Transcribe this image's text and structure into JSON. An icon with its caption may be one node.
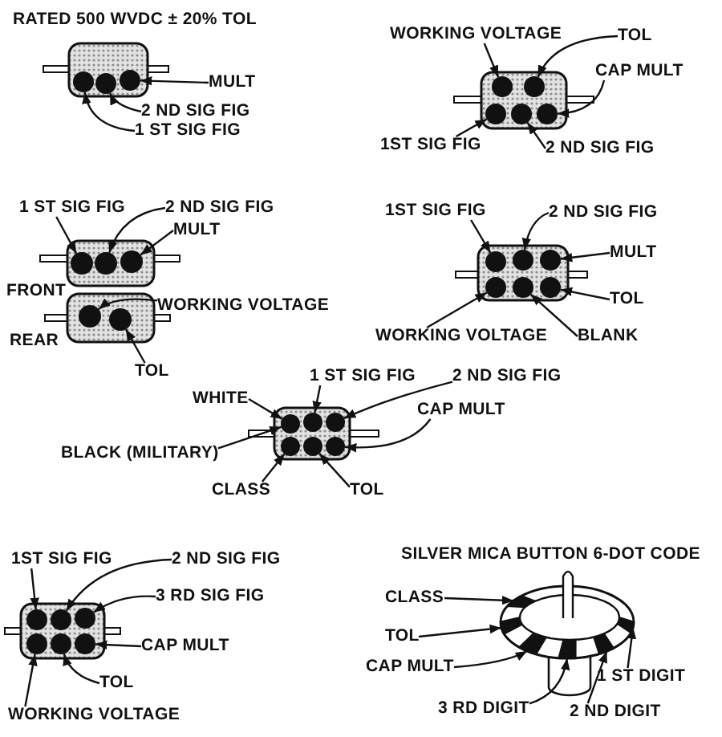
{
  "diagram": {
    "nodes": [
      {
        "text": [],
        "shape": "circle"
      },
      {
        "text": [],
        "shape": "circle"
      },
      {
        "text": [],
        "shape": "circle"
      },
      {
        "text": [
          "MULT"
        ]
      },
      {
        "text": [
          "2 ND SIG FIG"
        ]
      },
      {
        "text": [
          "1 ST SIG FIG"
        ]
      },
      {
        "text": [
          "WORKING VOLTAGE"
        ]
      },
      {
        "text": [
          "TOL"
        ]
      },
      {
        "text": [
          "CAP MULT"
        ]
      },
      {
        "text": [],
        "shape": "circle"
      },
      {
        "text": [],
        "shape": "circle"
      },
      {
        "text": [],
        "shape": "circle"
      },
      {
        "text": [],
        "shape": "circle"
      },
      {
        "text": [],
        "shape": "circle"
      },
      {
        "text": [
          "1ST SIG FIG"
        ]
      },
      {
        "text": [
          "2 ND SIG FIG"
        ]
      },
      {
        "text": [
          "1 ST SIG FIG"
        ]
      },
      {
        "text": [
          "2 ND SIG FIG"
        ]
      },
      {
        "text": [
          "MULT"
        ]
      },
      {
        "text": [],
        "shape": "circle"
      },
      {
        "text": [],
        "shape": "circle"
      },
      {
        "text": [],
        "shape": "circle"
      },
      {
        "text": [
          "WORKING VOLTAGE"
        ]
      },
      {
        "text": [],
        "shape": "circle"
      },
      {
        "text": [],
        "shape": "circle"
      },
      {
        "text": [
          "TOL"
        ]
      },
      {
        "text": [
          "1ST SIG FIG"
        ]
      },
      {
        "text": [
          "2 ND SIG FIG"
        ]
      },
      {
        "text": [
          "MULT"
        ]
      },
      {
        "text": [],
        "shape": "circle"
      },
      {
        "text": [],
        "shape": "circle"
      },
      {
        "text": [],
        "shape": "circle"
      },
      {
        "text": [],
        "shape": "circle"
      },
      {
        "text": [],
        "shape": "circle"
      },
      {
        "text": [],
        "shape": "circle"
      },
      {
        "text": [
          "TOL"
        ]
      },
      {
        "text": [
          "WORKING VOLTAGE"
        ]
      },
      {
        "text": [
          "BLANK"
        ]
      },
      {
        "text": [
          "1 ST SIG FIG"
        ]
      },
      {
        "text": [
          "2 ND SIG FIG"
        ]
      },
      {
        "text": [
          "WHITE"
        ]
      },
      {
        "text": [
          "CAP MULT"
        ]
      },
      {
        "text": [],
        "shape": "circle"
      },
      {
        "text": [],
        "shape": "circle"
      },
      {
        "text": [],
        "shape": "circle"
      },
      {
        "text": [],
        "shape": "circle"
      },
      {
        "text": [],
        "shape": "circle"
      },
      {
        "text": [],
        "shape": "circle"
      },
      {
        "text": [
          "BLACK (MILITARY)"
        ]
      },
      {
        "text": [
          "CLASS"
        ]
      },
      {
        "text": [
          "TOL"
        ]
      },
      {
        "text": [
          "1ST SIG FIG"
        ]
      },
      {
        "text": [
          "2 ND SIG FIG"
        ]
      },
      {
        "text": [
          "3 RD SIG FIG"
        ]
      },
      {
        "text": [],
        "shape": "circle"
      },
      {
        "text": [],
        "shape": "circle"
      },
      {
        "text": [],
        "shape": "circle"
      },
      {
        "text": [],
        "shape": "circle"
      },
      {
        "text": [],
        "shape": "circle"
      },
      {
        "text": [],
        "shape": "circle"
      },
      {
        "text": [
          "CAP MULT"
        ]
      },
      {
        "text": [
          "TOL"
        ]
      },
      {
        "text": [
          "WORKING VOLTAGE"
        ]
      },
      {
        "text": [
          "CLASS"
        ]
      },
      {
        "text": [
          "TOL"
        ]
      },
      {
        "text": [
          "CAP MULT"
        ]
      },
      {
        "text": [],
        "shape": "bar"
      },
      {
        "text": [],
        "shape": "bar"
      },
      {
        "text": [],
        "shape": "bar"
      },
      {
        "text": [],
        "shape": "bar"
      },
      {
        "text": [],
        "shape": "bar"
      },
      {
        "text": [],
        "shape": "bar"
      },
      {
        "text": [
          "3 RD DIGIT"
        ]
      },
      {
        "text": [
          "2 ND DIGIT"
        ]
      },
      {
        "text": [
          "1 ST DIGIT"
        ]
      }
    ],
    "edges": [
      {
        "from": 3,
        "to": 2,
        "arrow": "to"
      },
      {
        "from": 4,
        "to": 1,
        "arrow": "to"
      },
      {
        "from": 5,
        "to": 0,
        "arrow": "to"
      },
      {
        "from": 6,
        "to": 9,
        "arrow": "to"
      },
      {
        "from": 7,
        "to": 10,
        "arrow": "to"
      },
      {
        "from": 8,
        "to": 13,
        "arrow": "to"
      },
      {
        "from": 14,
        "to": 11,
        "arrow": "to"
      },
      {
        "from": 15,
        "to": 12,
        "arrow": "to"
      },
      {
        "from": 16,
        "to": 19,
        "arrow": "to"
      },
      {
        "from": 17,
        "to": 20,
        "arrow": "to"
      },
      {
        "from": 18,
        "to": 21,
        "arrow": "to"
      },
      {
        "from": 22,
        "to": 23,
        "arrow": "to"
      },
      {
        "from": 25,
        "to": 24,
        "arrow": "to"
      },
      {
        "from": 26,
        "to": 29,
        "arrow": "to"
      },
      {
        "from": 27,
        "to": 30,
        "arrow": "to"
      },
      {
        "from": 28,
        "to": 31,
        "arrow": "to"
      },
      {
        "from": 35,
        "to": 34,
        "arrow": "to"
      },
      {
        "from": 36,
        "to": 32,
        "arrow": "to"
      },
      {
        "from": 37,
        "to": 33,
        "arrow": "to"
      },
      {
        "from": 38,
        "to": 43,
        "arrow": "to"
      },
      {
        "from": 39,
        "to": 44,
        "arrow": "to"
      },
      {
        "from": 40,
        "to": 42,
        "arrow": "to"
      },
      {
        "from": 41,
        "to": 47,
        "arrow": "to"
      },
      {
        "from": 48,
        "to": 42,
        "arrow": "to"
      },
      {
        "from": 49,
        "to": 45,
        "arrow": "to"
      },
      {
        "from": 50,
        "to": 46,
        "arrow": "to"
      },
      {
        "from": 51,
        "to": 54,
        "arrow": "to"
      },
      {
        "from": 52,
        "to": 55,
        "arrow": "to"
      },
      {
        "from": 53,
        "to": 56,
        "arrow": "to"
      },
      {
        "from": 60,
        "to": 59,
        "arrow": "to"
      },
      {
        "from": 61,
        "to": 58,
        "arrow": "to"
      },
      {
        "from": 62,
        "to": 57,
        "arrow": "to"
      },
      {
        "from": 63,
        "to": 66,
        "arrow": "to"
      },
      {
        "from": 64,
        "to": 67,
        "arrow": "to"
      },
      {
        "from": 65,
        "to": 68,
        "arrow": "to"
      },
      {
        "from": 72,
        "to": 69,
        "arrow": "to"
      },
      {
        "from": 73,
        "to": 70,
        "arrow": "to"
      },
      {
        "from": 74,
        "to": 71,
        "arrow": "to"
      }
    ],
    "labels": [
      "RATED 500 WVDC ± 20% TOL",
      "FRONT",
      "REAR",
      "SILVER MICA BUTTON 6-DOT CODE"
    ]
  }
}
